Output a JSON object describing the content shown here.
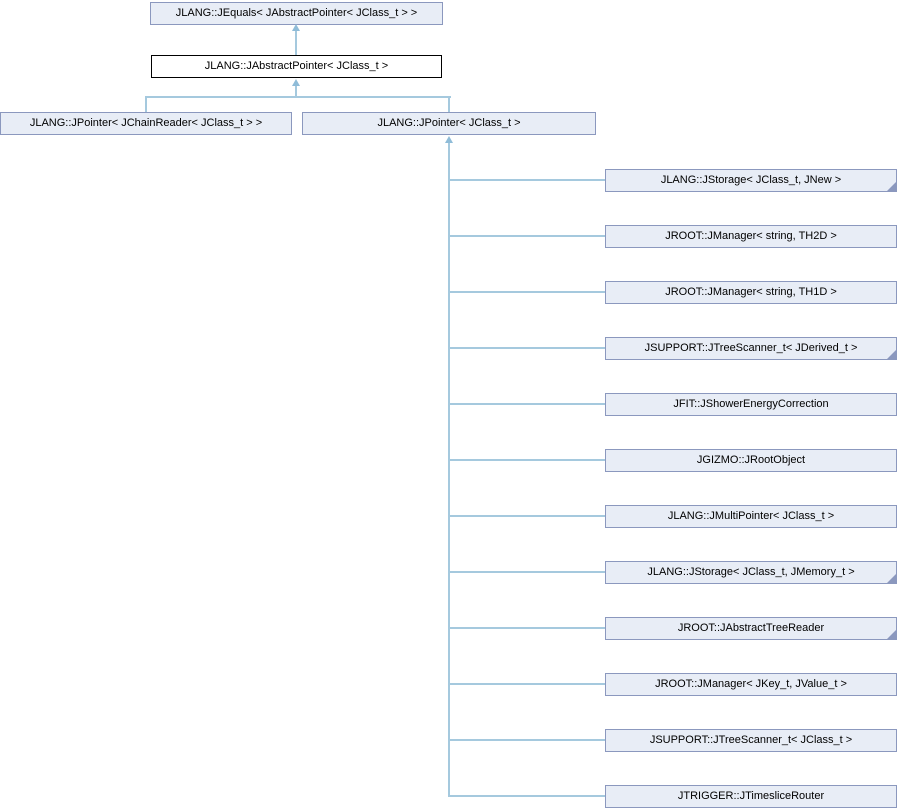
{
  "diagram": {
    "type": "inheritance-graph",
    "colors": {
      "node_fill": "#e8edf6",
      "node_border": "#8b98be",
      "highlight_fill": "#ffffff",
      "highlight_border": "#000000",
      "edge": "#a5c9de",
      "arrow": "#8fbcd8"
    },
    "base_nodes": {
      "jequals": {
        "label": "JLANG::JEquals< JAbstractPointer< JClass_t > >"
      },
      "jabstractpointer": {
        "label": "JLANG::JAbstractPointer< JClass_t >",
        "highlighted": true
      },
      "jpointer_chainreader": {
        "label": "JLANG::JPointer< JChainReader< JClass_t > >"
      },
      "jpointer": {
        "label": "JLANG::JPointer< JClass_t >"
      }
    },
    "derived": [
      {
        "label": "JLANG::JStorage< JClass_t, JNew >",
        "has_subclasses": true
      },
      {
        "label": "JROOT::JManager< string, TH2D >",
        "has_subclasses": false
      },
      {
        "label": "JROOT::JManager< string, TH1D >",
        "has_subclasses": false
      },
      {
        "label": "JSUPPORT::JTreeScanner_t< JDerived_t >",
        "has_subclasses": true
      },
      {
        "label": "JFIT::JShowerEnergyCorrection",
        "has_subclasses": false
      },
      {
        "label": "JGIZMO::JRootObject",
        "has_subclasses": false
      },
      {
        "label": "JLANG::JMultiPointer< JClass_t >",
        "has_subclasses": false
      },
      {
        "label": "JLANG::JStorage< JClass_t, JMemory_t >",
        "has_subclasses": true
      },
      {
        "label": "JROOT::JAbstractTreeReader",
        "has_subclasses": true
      },
      {
        "label": "JROOT::JManager< JKey_t, JValue_t >",
        "has_subclasses": false
      },
      {
        "label": "JSUPPORT::JTreeScanner_t< JClass_t >",
        "has_subclasses": false
      },
      {
        "label": "JTRIGGER::JTimesliceRouter",
        "has_subclasses": false
      }
    ]
  }
}
